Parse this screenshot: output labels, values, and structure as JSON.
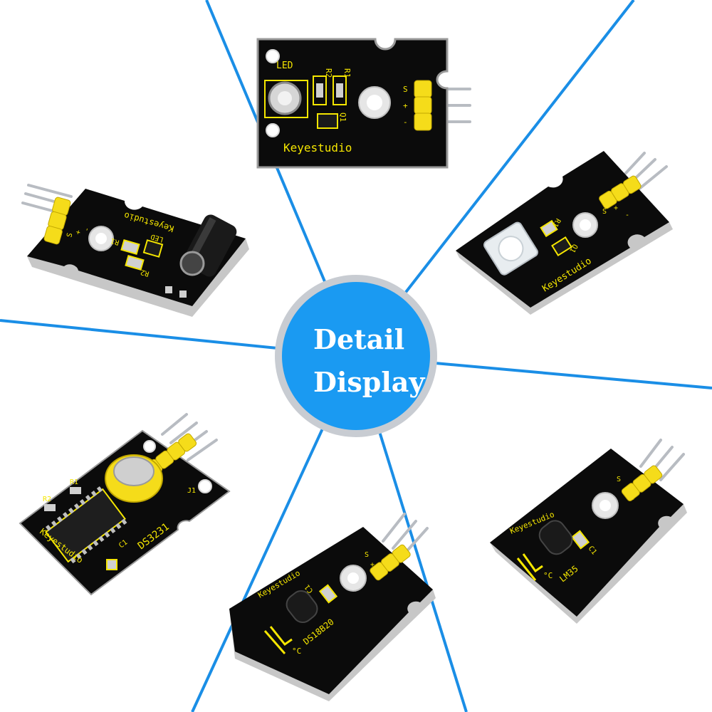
{
  "center_badge": {
    "line1": "Detail",
    "line2": "Display",
    "fill_color": "#1a9af2",
    "ring_color": "#c8ccd2"
  },
  "divider_color": "#1a8ee6",
  "modules": {
    "led": {
      "brand": "Keyestudio",
      "label": "LED",
      "r1": "R1",
      "r2": "R2",
      "q1": "Q1",
      "pins": [
        "S",
        "+",
        "-"
      ]
    },
    "tilt": {
      "brand": "Keyestudio",
      "label": "LED",
      "r1": "R1",
      "r2": "R2",
      "pins": [
        "S",
        "+",
        "-"
      ]
    },
    "piranha": {
      "brand": "Keyestudio",
      "r1": "R1",
      "q1": "Q1",
      "pins": [
        "S",
        "+",
        "-"
      ]
    },
    "rtc": {
      "brand": "Keyestudio",
      "chip": "DS3231",
      "r1": "R1",
      "r2": "R2",
      "c1": "C1",
      "j1": "J1"
    },
    "ds18b20": {
      "brand": "Keyestudio",
      "chip": "DS18B20",
      "c1": "C1",
      "unit": "°C",
      "pins": [
        "S",
        "+",
        "-"
      ]
    },
    "lm35": {
      "brand": "Keyestudio",
      "chip": "LM35",
      "c1": "C1",
      "unit": "°C",
      "pins": [
        "S",
        "+",
        "-"
      ]
    }
  }
}
